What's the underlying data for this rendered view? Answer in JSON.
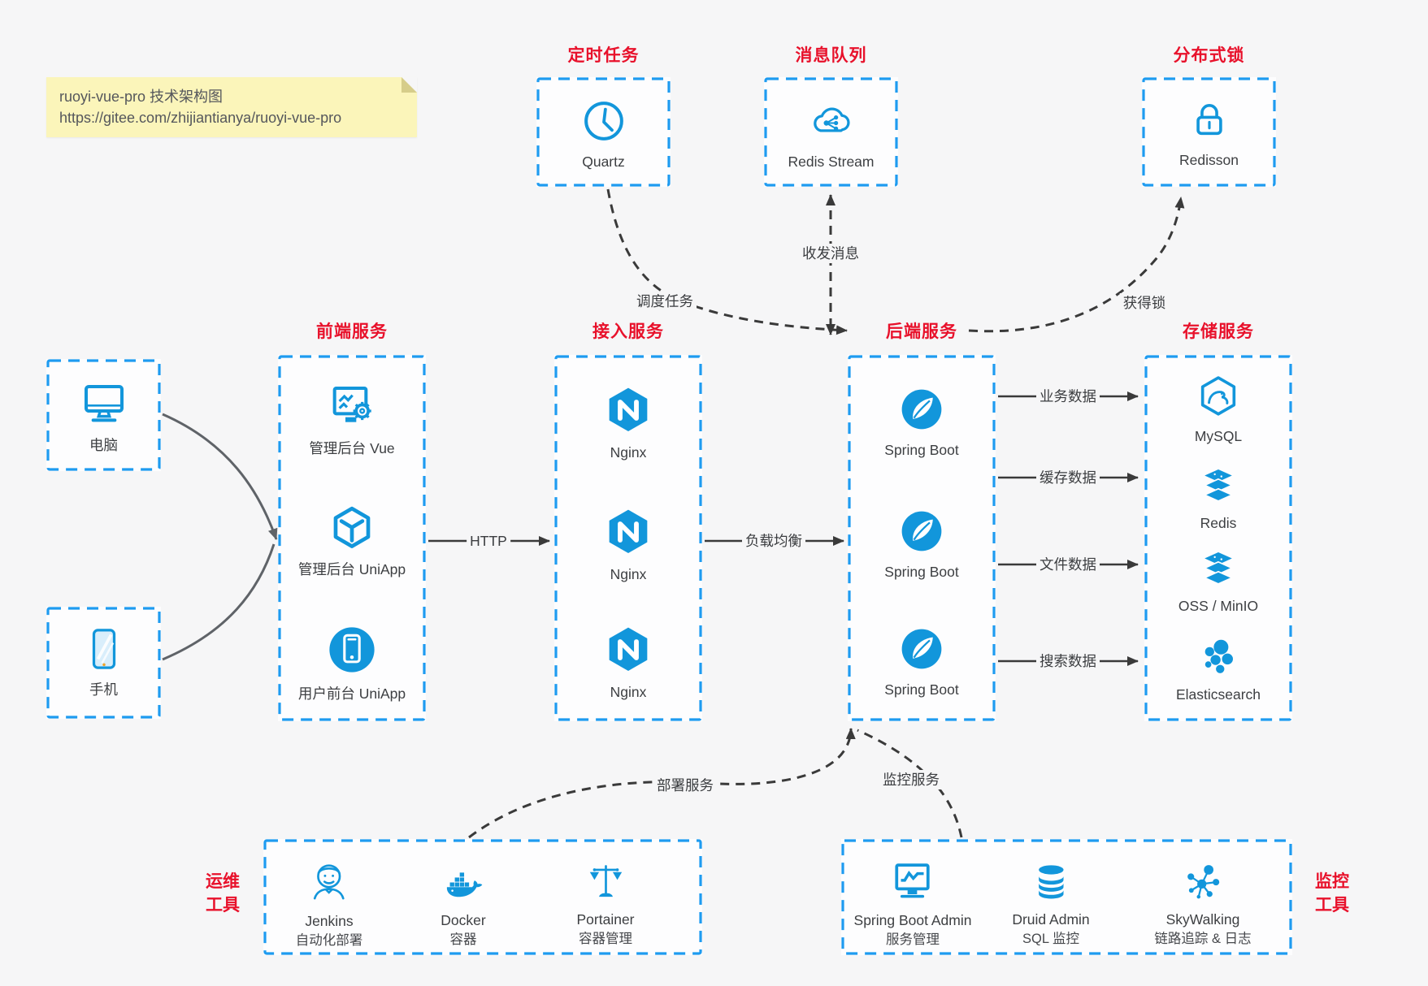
{
  "note": {
    "title": "ruoyi-vue-pro 技术架构图",
    "url": "https://gitee.com/zhijiantianya/ruoyi-vue-pro"
  },
  "top_boxes": [
    {
      "title": "定时任务",
      "icon": "clock-icon",
      "label": "Quartz"
    },
    {
      "title": "消息队列",
      "icon": "cloud-message-icon",
      "label": "Redis Stream"
    },
    {
      "title": "分布式锁",
      "icon": "lock-icon",
      "label": "Redisson"
    }
  ],
  "clients": [
    {
      "icon": "desktop-icon",
      "label": "电脑"
    },
    {
      "icon": "smartphone-icon",
      "label": "手机"
    }
  ],
  "columns": [
    {
      "title": "前端服务",
      "items": [
        {
          "icon": "admin-vue-icon",
          "label": "管理后台 Vue"
        },
        {
          "icon": "uniapp-cube-icon",
          "label": "管理后台 UniApp"
        },
        {
          "icon": "user-app-icon",
          "label": "用户前台 UniApp"
        }
      ]
    },
    {
      "title": "接入服务",
      "items": [
        {
          "icon": "nginx-icon",
          "label": "Nginx"
        },
        {
          "icon": "nginx-icon",
          "label": "Nginx"
        },
        {
          "icon": "nginx-icon",
          "label": "Nginx"
        }
      ]
    },
    {
      "title": "后端服务",
      "items": [
        {
          "icon": "spring-boot-icon",
          "label": "Spring Boot"
        },
        {
          "icon": "spring-boot-icon",
          "label": "Spring Boot"
        },
        {
          "icon": "spring-boot-icon",
          "label": "Spring Boot"
        }
      ]
    },
    {
      "title": "存储服务",
      "items": [
        {
          "icon": "mysql-icon",
          "label": "MySQL"
        },
        {
          "icon": "redis-icon",
          "label": "Redis"
        },
        {
          "icon": "oss-minio-icon",
          "label": "OSS / MinIO"
        },
        {
          "icon": "elasticsearch-icon",
          "label": "Elasticsearch"
        }
      ]
    }
  ],
  "bottom_boxes": [
    {
      "side_label_line1": "运维",
      "side_label_line2": "工具",
      "items": [
        {
          "icon": "jenkins-icon",
          "name": "Jenkins",
          "desc": "自动化部署"
        },
        {
          "icon": "docker-icon",
          "name": "Docker",
          "desc": "容器"
        },
        {
          "icon": "portainer-icon",
          "name": "Portainer",
          "desc": "容器管理"
        }
      ]
    },
    {
      "side_label_line1": "监控",
      "side_label_line2": "工具",
      "items": [
        {
          "icon": "spring-boot-admin-icon",
          "name": "Spring Boot Admin",
          "desc": "服务管理"
        },
        {
          "icon": "druid-icon",
          "name": "Druid Admin",
          "desc": "SQL 监控"
        },
        {
          "icon": "skywalking-icon",
          "name": "SkyWalking",
          "desc": "链路追踪 & 日志"
        }
      ]
    }
  ],
  "edge_labels": {
    "http": "HTTP",
    "load_balance": "负载均衡",
    "business_data": "业务数据",
    "cache_data": "缓存数据",
    "file_data": "文件数据",
    "search_data": "搜索数据",
    "schedule_task": "调度任务",
    "send_receive_msg": "收发消息",
    "acquire_lock": "获得锁",
    "deploy_service": "部署服务",
    "monitor_service": "监控服务"
  },
  "colors": {
    "accent_blue": "#1296db",
    "border_blue": "#1e9bf0",
    "title_red": "#e8112b",
    "note_bg": "#fbf5ba",
    "arrow_dark": "#3a3a3a",
    "background": "#f6f6f7"
  }
}
